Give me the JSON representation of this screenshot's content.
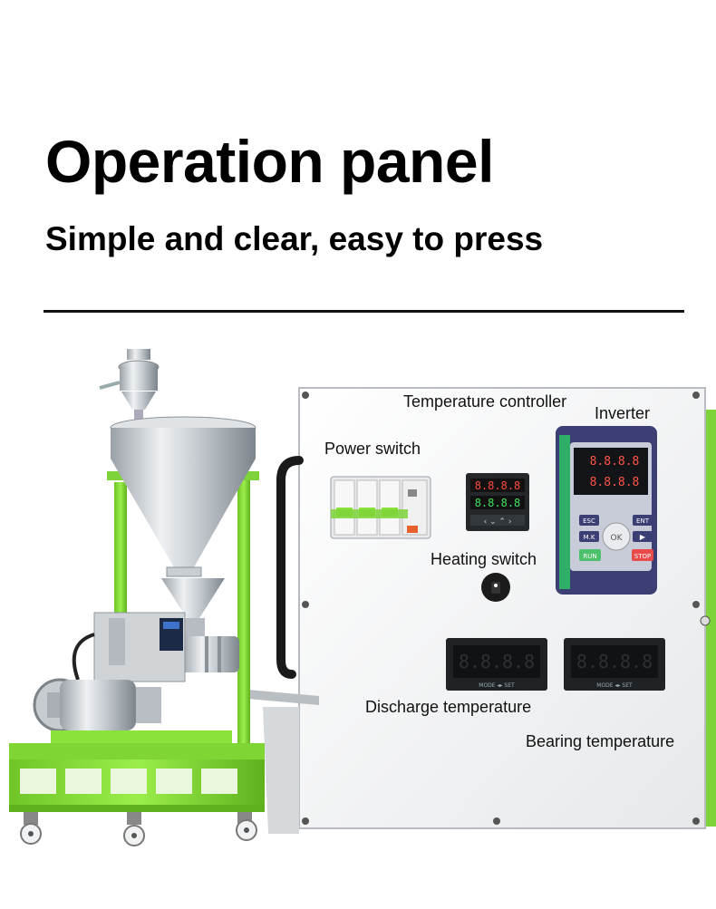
{
  "header": {
    "title": "Operation panel",
    "subtitle": "Simple and clear, easy to press"
  },
  "panel_labels": {
    "temperature_controller": "Temperature controller",
    "inverter": "Inverter",
    "power_switch": "Power switch",
    "heating_switch": "Heating switch",
    "discharge_temperature": "Discharge temperature",
    "bearing_temperature": "Bearing temperature"
  },
  "inverter_keys": {
    "esc": "ESC",
    "ent": "ENT",
    "mk": "M.K",
    "run": "RUN",
    "stop": "STOP",
    "ok": "OK"
  },
  "meter_caption": "MODE ◂▸ SET",
  "digit_readout": "8.8.8.8",
  "colors": {
    "machine_green": "#8be23a",
    "panel_white": "#f4f5f6",
    "inverter_navy": "#3b3f74",
    "display_dark": "#1f2326",
    "stop_red": "#e94b4b",
    "run_green": "#4cc06a"
  }
}
